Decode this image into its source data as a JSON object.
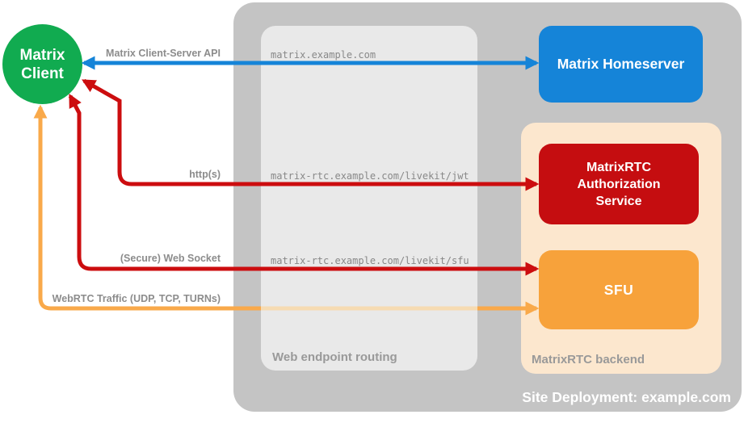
{
  "site": {
    "title": "Site Deployment: example.com"
  },
  "client": {
    "label": "Matrix\nClient",
    "color": "#11AB50"
  },
  "homeserver": {
    "label": "Matrix Homeserver",
    "color": "#1584D8"
  },
  "auth_service": {
    "label": "MatrixRTC Authorization Service",
    "color": "#C50D10"
  },
  "sfu": {
    "label": "SFU",
    "color": "#F7A23B"
  },
  "routing": {
    "label": "Web endpoint routing",
    "endpoints": [
      "matrix.example.com",
      "matrix-rtc.example.com/livekit/jwt",
      "matrix-rtc.example.com/livekit/sfu"
    ]
  },
  "backend": {
    "label": "MatrixRTC backend"
  },
  "arrows": [
    {
      "label": "Matrix Client-Server API",
      "color": "#1584D8",
      "from": "Matrix Client",
      "to": "Matrix Homeserver",
      "bidirectional": true
    },
    {
      "label": "http(s)",
      "color": "#CC0D0F",
      "from": "Matrix Client",
      "to": "MatrixRTC Authorization Service",
      "bidirectional": true
    },
    {
      "label": "(Secure) Web Socket",
      "color": "#CC0D0F",
      "from": "Matrix Client",
      "to": "SFU",
      "bidirectional": true
    },
    {
      "label": "WebRTC Traffic (UDP, TCP, TURNs)",
      "color": "#F9A94A",
      "from": "Matrix Client",
      "to": "SFU",
      "bidirectional": true
    }
  ],
  "colors": {
    "container_gray": "#C4C4C4",
    "routing_gray": "#E9E9E9",
    "backend_peach": "#FCE7CE",
    "label_gray": "#999999",
    "endpoint_gray": "#888888",
    "orange_faded_over_box": "#F6DBB2"
  }
}
